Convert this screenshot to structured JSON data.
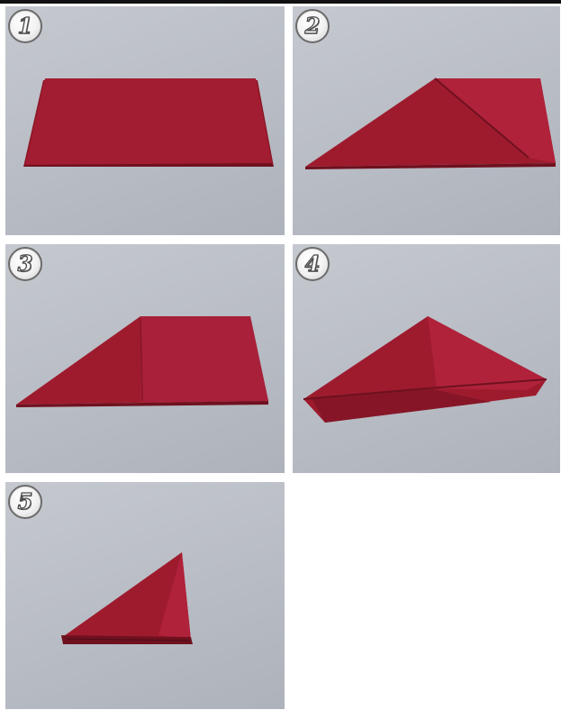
{
  "steps": [
    {
      "number": "1"
    },
    {
      "number": "2"
    },
    {
      "number": "3"
    },
    {
      "number": "4"
    },
    {
      "number": "5"
    }
  ],
  "colors": {
    "napkin": "#9e1b2e",
    "napkin_shadow": "#7a1322",
    "background": "#ffffff",
    "panel_gray": "#bcc0c7"
  }
}
